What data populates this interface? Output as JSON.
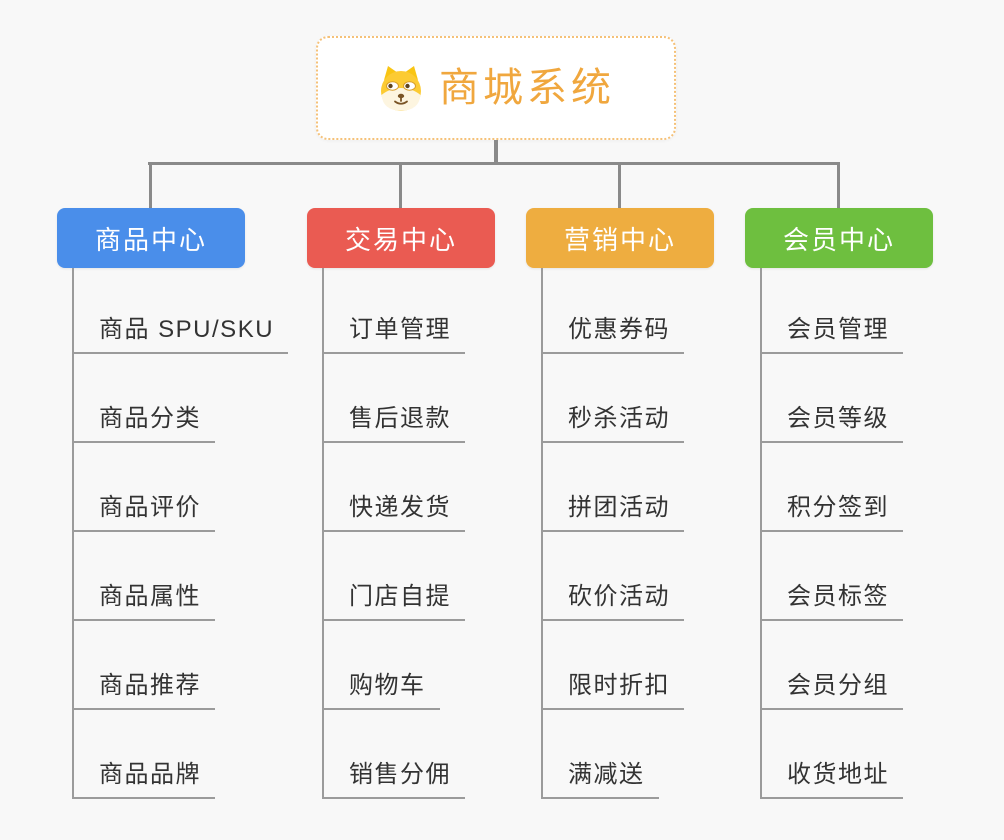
{
  "canvas": {
    "background": "#f8f8f8",
    "connector_color": "#8a8a8a",
    "child_line_color": "#9b9b9b",
    "child_text_color": "#333333"
  },
  "root": {
    "title": "商城系统",
    "icon": "shiba-dog-icon",
    "text_color": "#f0a73e",
    "border_color": "#f5c178"
  },
  "branches": [
    {
      "label": "商品中心",
      "color": "#4a8eea",
      "children": [
        "商品 SPU/SKU",
        "商品分类",
        "商品评价",
        "商品属性",
        "商品推荐",
        "商品品牌"
      ]
    },
    {
      "label": "交易中心",
      "color": "#ea5b52",
      "children": [
        "订单管理",
        "售后退款",
        "快递发货",
        "门店自提",
        "购物车",
        "销售分佣"
      ]
    },
    {
      "label": "营销中心",
      "color": "#eead40",
      "children": [
        "优惠券码",
        "秒杀活动",
        "拼团活动",
        "砍价活动",
        "限时折扣",
        "满减送"
      ]
    },
    {
      "label": "会员中心",
      "color": "#6ebf3f",
      "children": [
        "会员管理",
        "会员等级",
        "积分签到",
        "会员标签",
        "会员分组",
        "收货地址"
      ]
    }
  ]
}
